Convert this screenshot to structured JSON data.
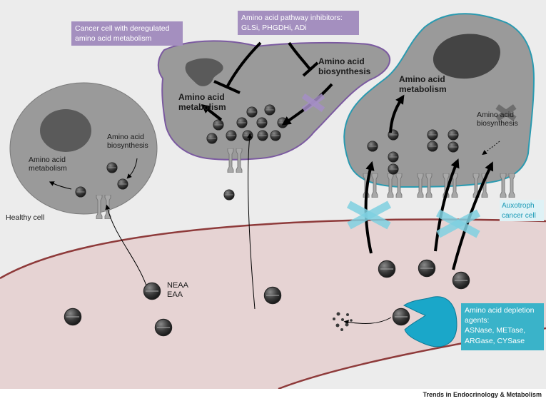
{
  "colors": {
    "background": "#ececec",
    "extracellular": "#e6d3d3",
    "membrane_line": "#8e3a3a",
    "cell_gray": "#9a9a9a",
    "nucleus": "#5a5a5a",
    "cancer_outline": "#7b5aa0",
    "auxotroph_outline": "#2a9ab0",
    "purple_box": "#a48fbf",
    "blue_box": "#3ab3c9",
    "enzyme": "#1aa7c9",
    "blue_x": "#7fd0e0",
    "purple_x": "#a58ec6"
  },
  "icons": [
    "amino-acid-molecule",
    "transporter-channel",
    "inhibition-bar",
    "arrow",
    "blocked-x-mark",
    "depletion-enzyme"
  ],
  "boxes": {
    "cancer_cell": "Cancer cell with deregulated amino acid metabolism",
    "inhibitors_title": "Amino acid pathway inhibitors:",
    "inhibitors_list": "GLSi, PHGDHi, ADi",
    "depletion_title": "Amino acid depletion agents:",
    "depletion_lines": [
      "ASNase, METase,",
      "ARGase, CYSase"
    ]
  },
  "healthy_cell": {
    "label": "Healthy cell",
    "metabolism": [
      "Amino acid",
      "metabolism"
    ],
    "biosynthesis": [
      "Amino acid",
      "biosynthesis"
    ]
  },
  "cancer_cell": {
    "metabolism": [
      "Amino acid",
      "metabolism"
    ],
    "biosynthesis": [
      "Amino acid",
      "biosynthesis"
    ]
  },
  "auxotroph_cell": {
    "label": [
      "Auxotroph",
      "cancer cell"
    ],
    "metabolism": [
      "Amino acid",
      "metabolism"
    ],
    "biosynthesis": [
      "Amino acid",
      "biosynthesis"
    ]
  },
  "legend": {
    "neaa": "NEAA",
    "eaa": "EAA"
  },
  "footer": "Trends in Endocrinology & Metabolism"
}
